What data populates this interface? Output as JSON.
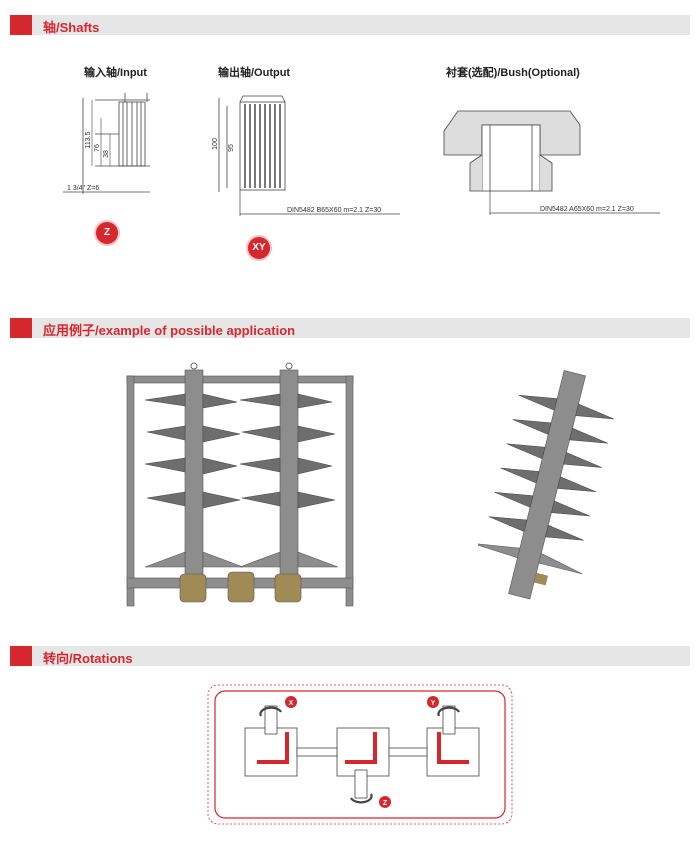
{
  "sections": {
    "shafts": "轴/Shafts",
    "application": "应用例子/example of possible application",
    "rotations": "转向/Rotations"
  },
  "shafts": {
    "input": {
      "title": "输入轴/Input",
      "dims": [
        "113.5",
        "76",
        "38"
      ],
      "spline": "1 3/4\" Z=6",
      "badge": "Z"
    },
    "output": {
      "title": "输出轴/Output",
      "dims": [
        "100",
        "95"
      ],
      "spline": "DIN5482 B65X60 m=2.1 Z=30",
      "badge": "XY"
    },
    "bush": {
      "title": "衬套(选配)/Bush(Optional)",
      "spline": "DIN5482 A65X60 m=2.1 Z=30"
    }
  },
  "rotations": {
    "x": "X",
    "y": "Y",
    "z": "Z"
  },
  "colors": {
    "accent": "#d7272e",
    "bar": "#e6e6e6"
  }
}
